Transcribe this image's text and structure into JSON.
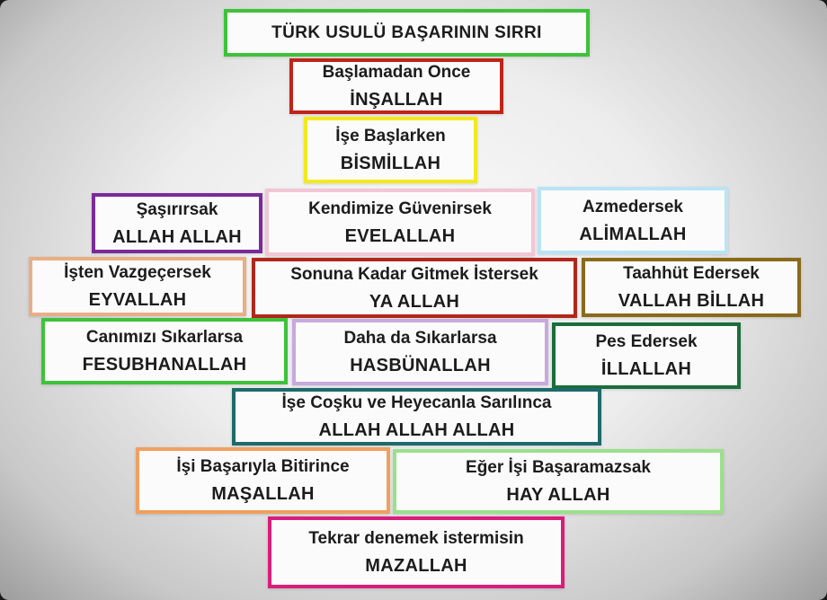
{
  "title": "TÜRK USULÜ BAŞARININ SIRRI",
  "colors": {
    "green": "#3ec23a",
    "red": "#c0241a",
    "yellow": "#f2ea1e",
    "purple": "#7a2a9a",
    "pink_light": "#f2c6d4",
    "blue_light": "#b9e4f5",
    "orange_light": "#e8ae86",
    "red_dark": "#b0271c",
    "olive": "#8a6a1a",
    "lilac": "#c7a9de",
    "dark_green": "#1b6e3a",
    "teal": "#1e6a6a",
    "orange": "#f0a060",
    "light_green": "#9be08c",
    "magenta": "#d81e7a"
  },
  "boxes": [
    {
      "id": "baslamadan",
      "top": "Başlamadan Once",
      "bottom": "İNŞALLAH"
    },
    {
      "id": "ise-baslarken",
      "top": "İşe Başlarken",
      "bottom": "BİSMİLLAH"
    },
    {
      "id": "sasirirsak",
      "top": "Şaşırırsak",
      "bottom": "ALLAH ALLAH"
    },
    {
      "id": "kendimize",
      "top": "Kendimize Güvenirsek",
      "bottom": "EVELALLAH"
    },
    {
      "id": "azmedersek",
      "top": "Azmedersek",
      "bottom": "ALİMALLAH"
    },
    {
      "id": "isten-vazgecersek",
      "top": "İşten Vazgeçersek",
      "bottom": "EYVALLAH"
    },
    {
      "id": "sonuna-kadar",
      "top": "Sonuna Kadar Gitmek İstersek",
      "bottom": "YA ALLAH"
    },
    {
      "id": "taahhut",
      "top": "Taahhüt Edersek",
      "bottom": "VALLAH BİLLAH"
    },
    {
      "id": "canimizi",
      "top": "Canımızı Sıkarlarsa",
      "bottom": "FESUBHANALLAH"
    },
    {
      "id": "daha-da",
      "top": "Daha da Sıkarlarsa",
      "bottom": "HASBÜNALLAH"
    },
    {
      "id": "pes-edersek",
      "top": "Pes Edersek",
      "bottom": "İLLALLAH"
    },
    {
      "id": "ise-cosku",
      "top": "İşe Coşku ve Heyecanla Sarılınca",
      "bottom": "ALLAH ALLAH ALLAH"
    },
    {
      "id": "isi-basariyla",
      "top": "İşi Başarıyla Bitirince",
      "bottom": "MAŞALLAH"
    },
    {
      "id": "eger-isi",
      "top": "Eğer İşi Başaramazsak",
      "bottom": "HAY ALLAH"
    },
    {
      "id": "tekrar",
      "top": "Tekrar denemek istermisin",
      "bottom": "MAZALLAH"
    }
  ]
}
